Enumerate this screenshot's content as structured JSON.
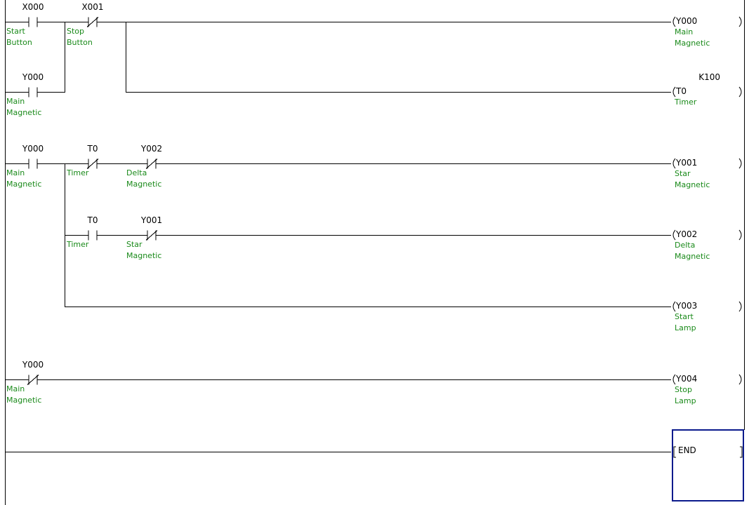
{
  "colors": {
    "line": "#000000",
    "comment": "#1a8a1a",
    "cursor": "#0a1a8c",
    "background": "#ffffff"
  },
  "contacts": [
    {
      "id": "c-start",
      "device": "X000",
      "type": "NO",
      "comment": [
        "Start",
        "Button"
      ]
    },
    {
      "id": "c-stop",
      "device": "X001",
      "type": "NC",
      "comment": [
        "Stop",
        "Button"
      ]
    },
    {
      "id": "c-y000-a",
      "device": "Y000",
      "type": "NO",
      "comment": [
        "Main",
        "Magnetic"
      ]
    },
    {
      "id": "c-y000-b",
      "device": "Y000",
      "type": "NO",
      "comment": [
        "Main",
        "Magnetic"
      ]
    },
    {
      "id": "c-t0-nc",
      "device": "T0",
      "type": "NC",
      "comment": [
        "Timer"
      ]
    },
    {
      "id": "c-y002-nc",
      "device": "Y002",
      "type": "NC",
      "comment": [
        "Delta",
        "Magnetic"
      ]
    },
    {
      "id": "c-t0-no",
      "device": "T0",
      "type": "NO",
      "comment": [
        "Timer"
      ]
    },
    {
      "id": "c-y001-nc",
      "device": "Y001",
      "type": "NC",
      "comment": [
        "Star",
        "Magnetic"
      ]
    },
    {
      "id": "c-y000-nc",
      "device": "Y000",
      "type": "NC",
      "comment": [
        "Main",
        "Magnetic"
      ]
    }
  ],
  "coils": [
    {
      "id": "o-y000",
      "device": "Y000",
      "comment": [
        "Main",
        "Magnetic"
      ],
      "setting": ""
    },
    {
      "id": "o-t0",
      "device": "T0",
      "comment": [
        "Timer"
      ],
      "setting": "K100"
    },
    {
      "id": "o-y001",
      "device": "Y001",
      "comment": [
        "Star",
        "Magnetic"
      ],
      "setting": ""
    },
    {
      "id": "o-y002",
      "device": "Y002",
      "comment": [
        "Delta",
        "Magnetic"
      ],
      "setting": ""
    },
    {
      "id": "o-y003",
      "device": "Y003",
      "comment": [
        "Start",
        "Lamp"
      ],
      "setting": ""
    },
    {
      "id": "o-y004",
      "device": "Y004",
      "comment": [
        "Stop",
        "Lamp"
      ],
      "setting": ""
    }
  ],
  "end_instruction": "END"
}
